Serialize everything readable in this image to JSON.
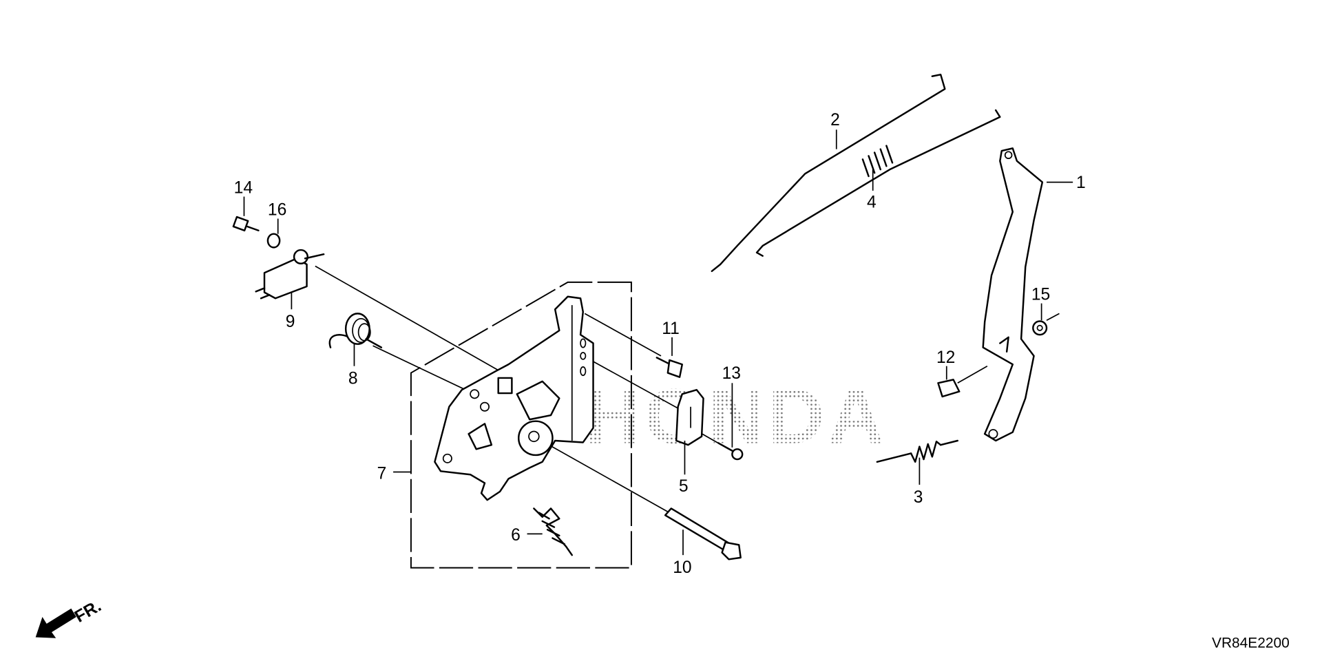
{
  "diagram": {
    "watermark": "HONDA",
    "diagram_code": "VR84E2200",
    "direction_label": "FR.",
    "callouts": {
      "p1": "1",
      "p2": "2",
      "p3": "3",
      "p4": "4",
      "p5": "5",
      "p6": "6",
      "p7": "7",
      "p8": "8",
      "p9": "9",
      "p10": "10",
      "p11": "11",
      "p12": "12",
      "p13": "13",
      "p14": "14",
      "p15": "15",
      "p16": "16"
    }
  }
}
